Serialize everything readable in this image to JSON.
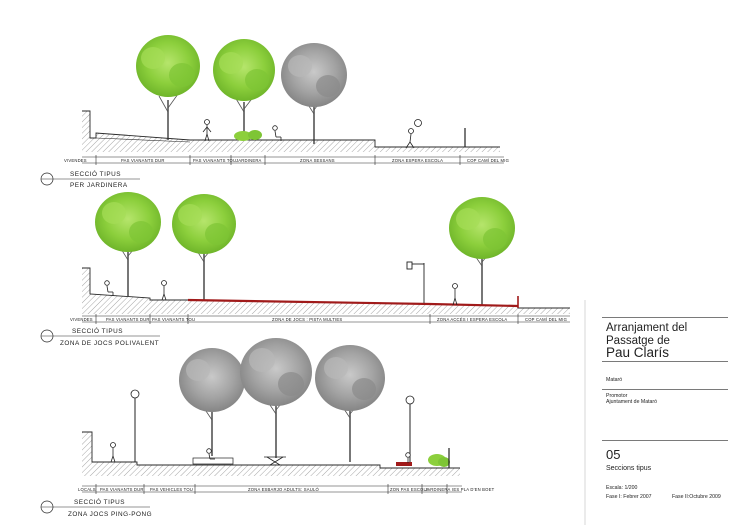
{
  "sections": [
    {
      "id": "s1",
      "title_line1": "SECCIÓ TIPUS",
      "title_line2": "PER JARDINERA",
      "zones": [
        "VIVENDES",
        "PAS VIANANTS DUR",
        "PAS VIANANTS TOU",
        "JARDINERA",
        "ZONA SESSANS",
        "ZONA ESPERA ESCOLA",
        "COP CAMÍ DEL MIG"
      ]
    },
    {
      "id": "s2",
      "title_line1": "SECCIÓ TIPUS",
      "title_line2": "ZONA DE JOCS POLIVALENT",
      "zones": [
        "VIVENDES",
        "PAS VIANANTS DUR",
        "PAS VIANANTS TOU",
        "ZONA DE JOCS : PISTA MULTIES",
        "ZONA ACCÉS I ESPERA ESCOLA",
        "COP CAMÍ DEL MIG"
      ]
    },
    {
      "id": "s3",
      "title_line1": "SECCIÓ TIPUS",
      "title_line2": "ZONA JOCS PING-PONG",
      "zones": [
        "LOCALS",
        "PAS VIANANTS DUR",
        "PAS VEHICLES TOU",
        "ZONA ESBARJO ADULTS: SAULÓ",
        "ZON PAS ESCOLA",
        "JARDINERA",
        "IES PLA D'EN BOET"
      ]
    }
  ],
  "title_block": {
    "title_line1": "Arranjament del Passatge de",
    "title_line2": "Pau Clarís",
    "location": "Mataró",
    "promoter_label": "Promotor",
    "promoter": "Ajuntament de Mataró",
    "sheet_number": "05",
    "sheet_title": "Seccions tipus",
    "scale": "Escala: 1/200",
    "phase1": "Fase I: Febrer 2007",
    "phase2": "Fase II:Octubre 2009"
  },
  "colors": {
    "tree_green": "#8ccf3c",
    "tree_grey": "#8d8d8d",
    "play_surface_red": "#a01a1a",
    "line": "#2a2a2a"
  }
}
